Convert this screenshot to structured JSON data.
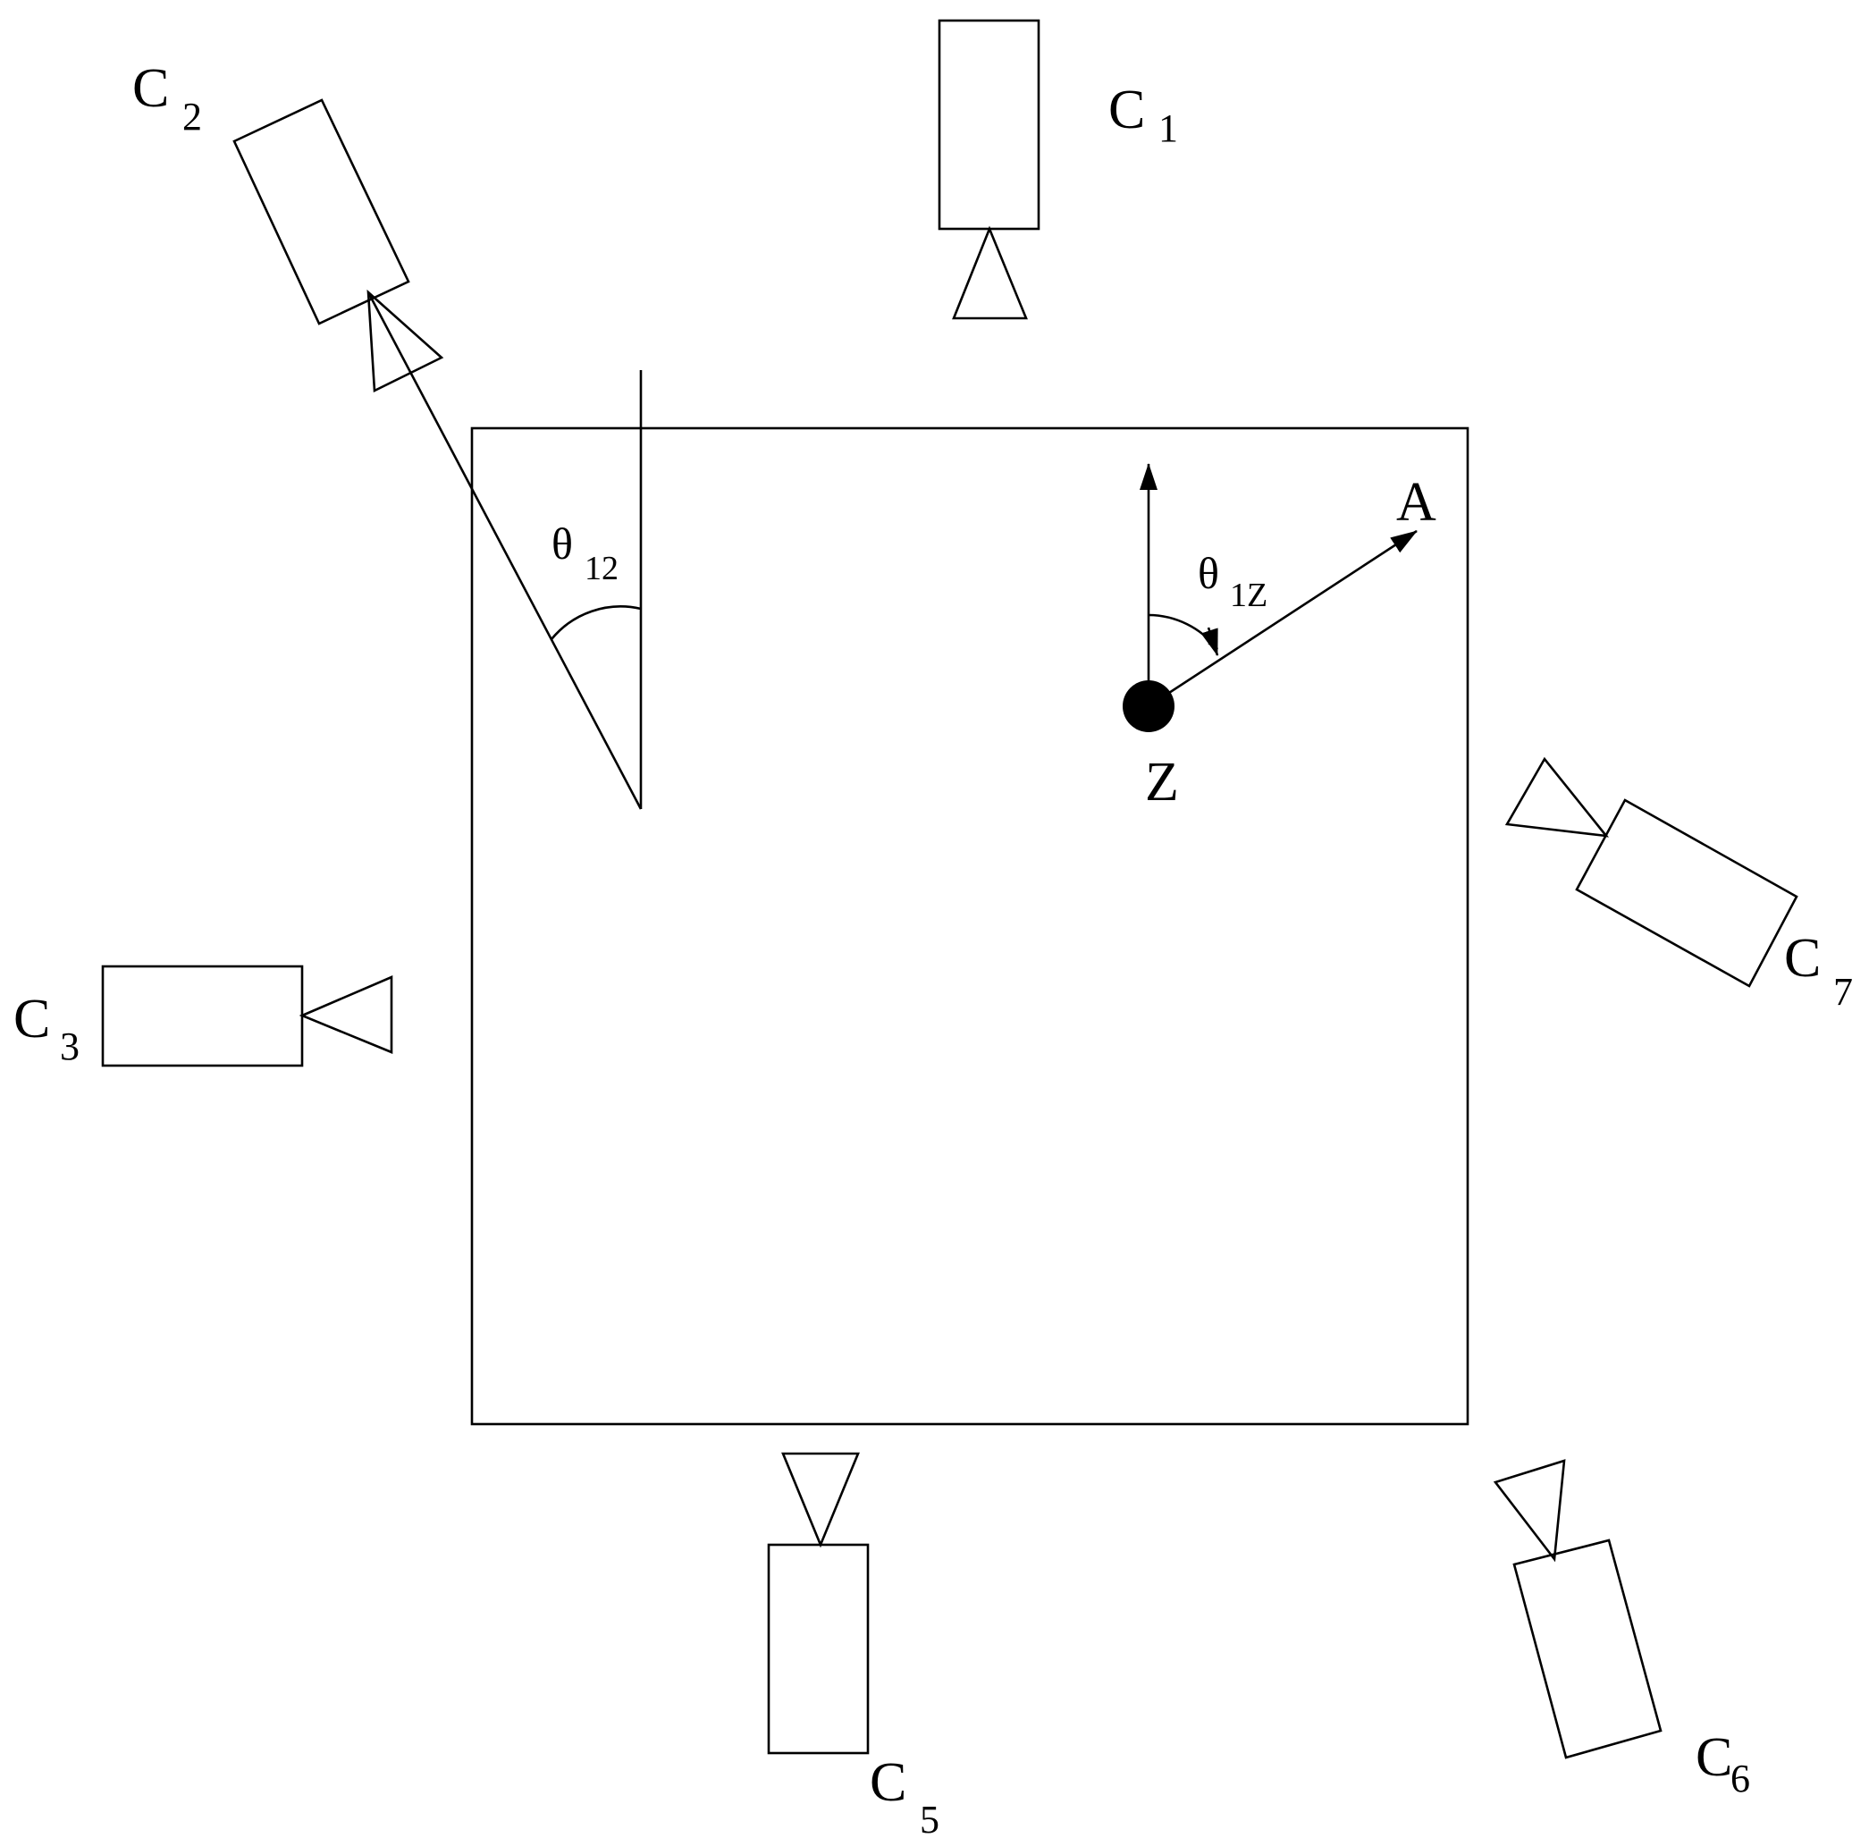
{
  "cameras": [
    {
      "id": "c1",
      "name": "C",
      "index": "1"
    },
    {
      "id": "c2",
      "name": "C",
      "index": "2"
    },
    {
      "id": "c3",
      "name": "C",
      "index": "3"
    },
    {
      "id": "c5",
      "name": "C",
      "index": "5"
    },
    {
      "id": "c6",
      "name": "C",
      "index": "6"
    },
    {
      "id": "c7",
      "name": "C",
      "index": "7"
    }
  ],
  "angles": {
    "theta12": {
      "symbol": "θ",
      "index": "12"
    },
    "theta1z": {
      "symbol": "θ",
      "index": "1Z"
    }
  },
  "points": {
    "z_label": "Z",
    "a_label": "A"
  }
}
